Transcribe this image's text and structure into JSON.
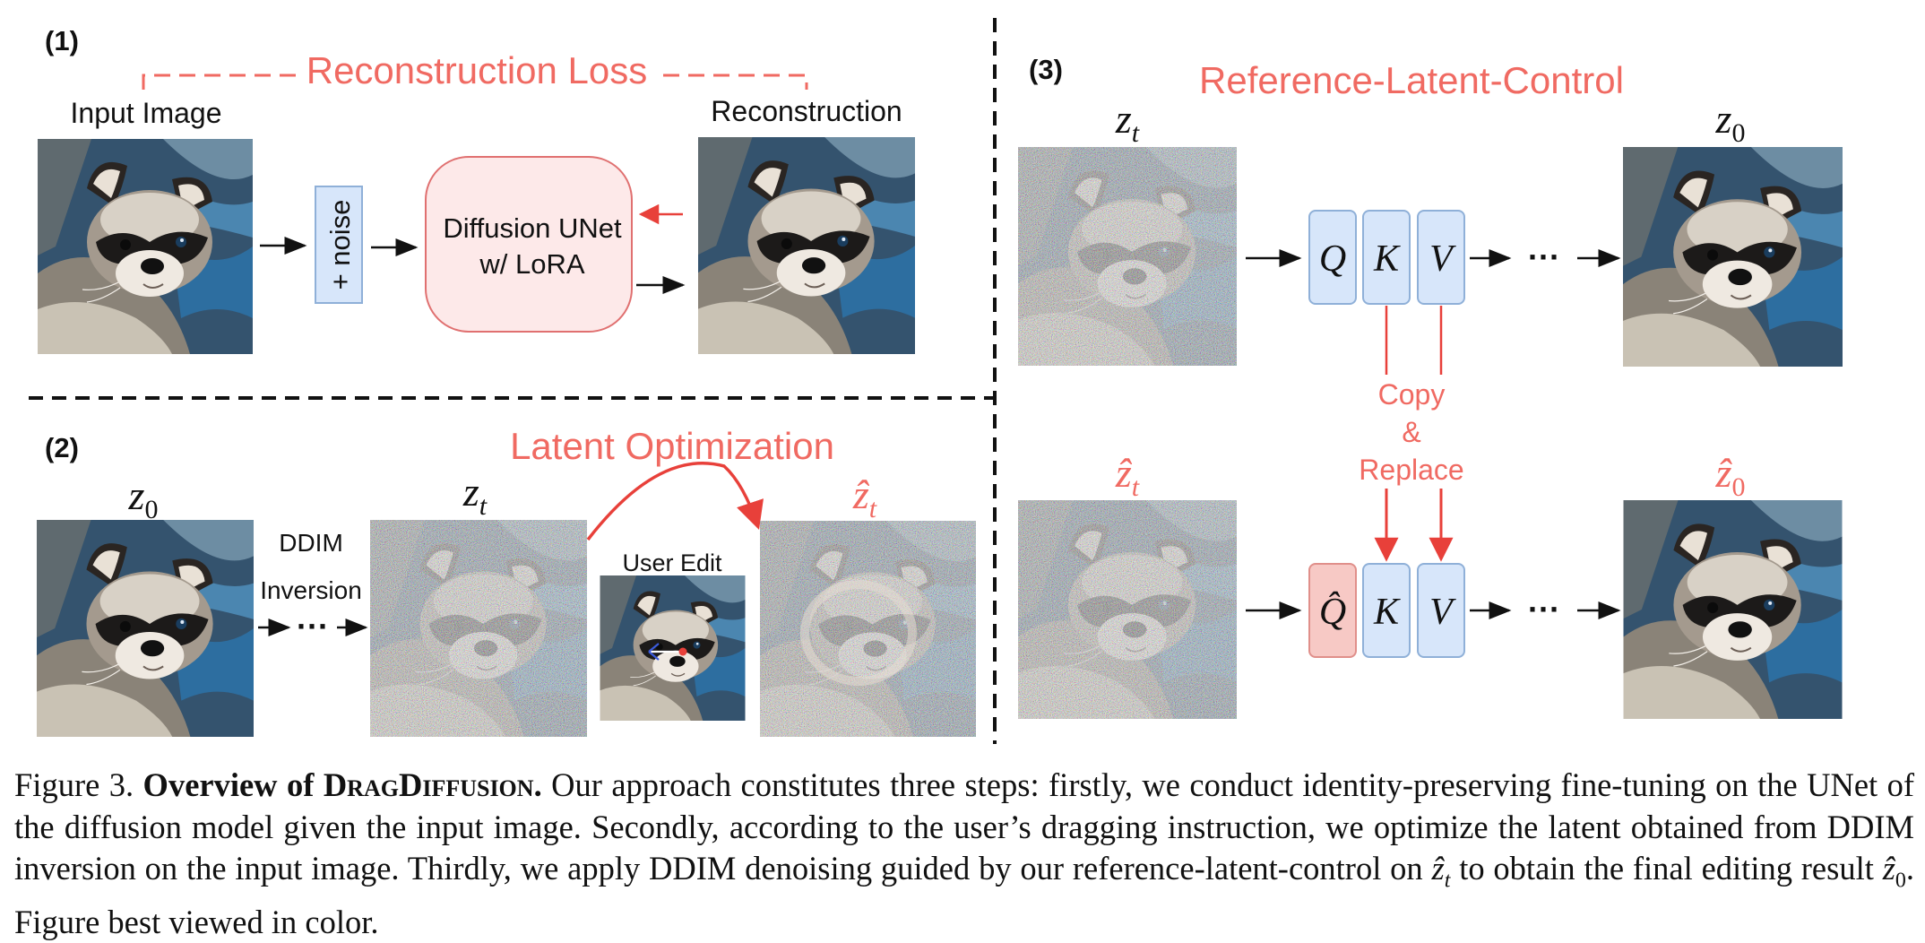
{
  "figure": {
    "panel_labels": [
      "(1)",
      "(2)",
      "(3)"
    ],
    "panel1": {
      "title": "Reconstruction Loss",
      "input_label": "Input Image",
      "output_label": "Reconstruction",
      "noise_label": "+ noise",
      "unet_line1": "Diffusion UNet",
      "unet_line2": "w/ LoRA"
    },
    "panel2": {
      "title": "Latent Optimization",
      "z0_label": "z",
      "z0_sub": "0",
      "ddim_line1": "DDIM",
      "ddim_line2": "Inversion",
      "zt_label": "z",
      "zt_sub": "t",
      "user_edit": "User Edit",
      "zhat_label": "ẑ",
      "zhat_sub": "t",
      "ellipsis": "···"
    },
    "panel3": {
      "title": "Reference-Latent-Control",
      "zt_label": "z",
      "zt_sub": "t",
      "z0_label": "z",
      "z0_sub": "0",
      "zhat_t_label": "ẑ",
      "zhat_t_sub": "t",
      "zhat_0_label": "ẑ",
      "zhat_0_sub": "0",
      "q": "Q",
      "k": "K",
      "v": "V",
      "qhat": "Q̂",
      "copy_line1": "Copy",
      "copy_line2": "&",
      "copy_line3": "Replace",
      "ellipsis": "···"
    },
    "colors": {
      "accent_red": "#f06a62",
      "arrow_red": "#e8403a",
      "qkv_blue": "#d7e6fa",
      "qkv_blue_border": "#8fb0d8",
      "qhat_pink": "#f7c9c5",
      "unet_fill": "#fde9e9",
      "unet_border": "#e07070"
    }
  },
  "caption": {
    "figure_no": "Figure 3.",
    "bold_lead": "Overview of",
    "name": "DragDiffusion",
    "bold_end": ".",
    "text1": "Our approach constitutes three steps: firstly, we conduct identity-preserving fine-tuning on the UNet of the diffusion model given the input image. Secondly, according to the user’s dragging instruction, we optimize the latent obtained from DDIM inversion on the input image. Thirdly, we apply DDIM denoising guided by our reference-latent-control on",
    "sym1": "ẑ",
    "sym1_sub": "t",
    "text2": "to obtain the final editing result",
    "sym2": "ẑ",
    "sym2_sub": "0",
    "text3": ". Figure best viewed in color."
  }
}
